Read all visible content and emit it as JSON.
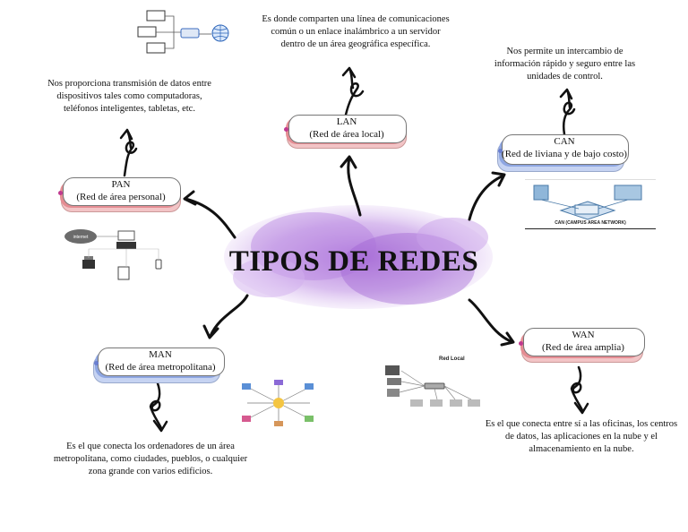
{
  "center": {
    "title": "TIPOS DE REDES"
  },
  "nodes": {
    "lan": {
      "name": "LAN",
      "full": "(Red de área local)",
      "description": "Es donde comparten una línea de comunicaciones común o un enlace inalámbrico a un servidor dentro de un área geográfica específica."
    },
    "pan": {
      "name": "PAN",
      "full": "(Red de área personal)",
      "description": "Nos proporciona transmisión de datos entre dispositivos tales como computadoras, teléfonos inteligentes, tabletas, etc."
    },
    "can": {
      "name": "CAN",
      "full": "(Red de liviana y de bajo costo)",
      "description": "Nos permite un intercambio de información rápido y seguro entre las unidades de control."
    },
    "man": {
      "name": "MAN",
      "full": "(Red de área metropolitana)",
      "description": "Es el que conecta los ordenadores de un área metropolitana, como ciudades, pueblos, o cualquier zona grande con varios edificios."
    },
    "wan": {
      "name": "WAN",
      "full": "(Red de área amplia)",
      "description": "Es el que conecta entre sí a las oficinas, los centros de datos, las aplicaciones en la nube y el almacenamiento en la nube."
    }
  },
  "images": {
    "can_caption": "CAN (CAMPUS AREA NETWORK)",
    "wan_caption": "Red Local"
  },
  "colors": {
    "accent_purple": "#b07ad8",
    "card_red": "#e58d93",
    "card_blue": "#8ea6e2"
  }
}
